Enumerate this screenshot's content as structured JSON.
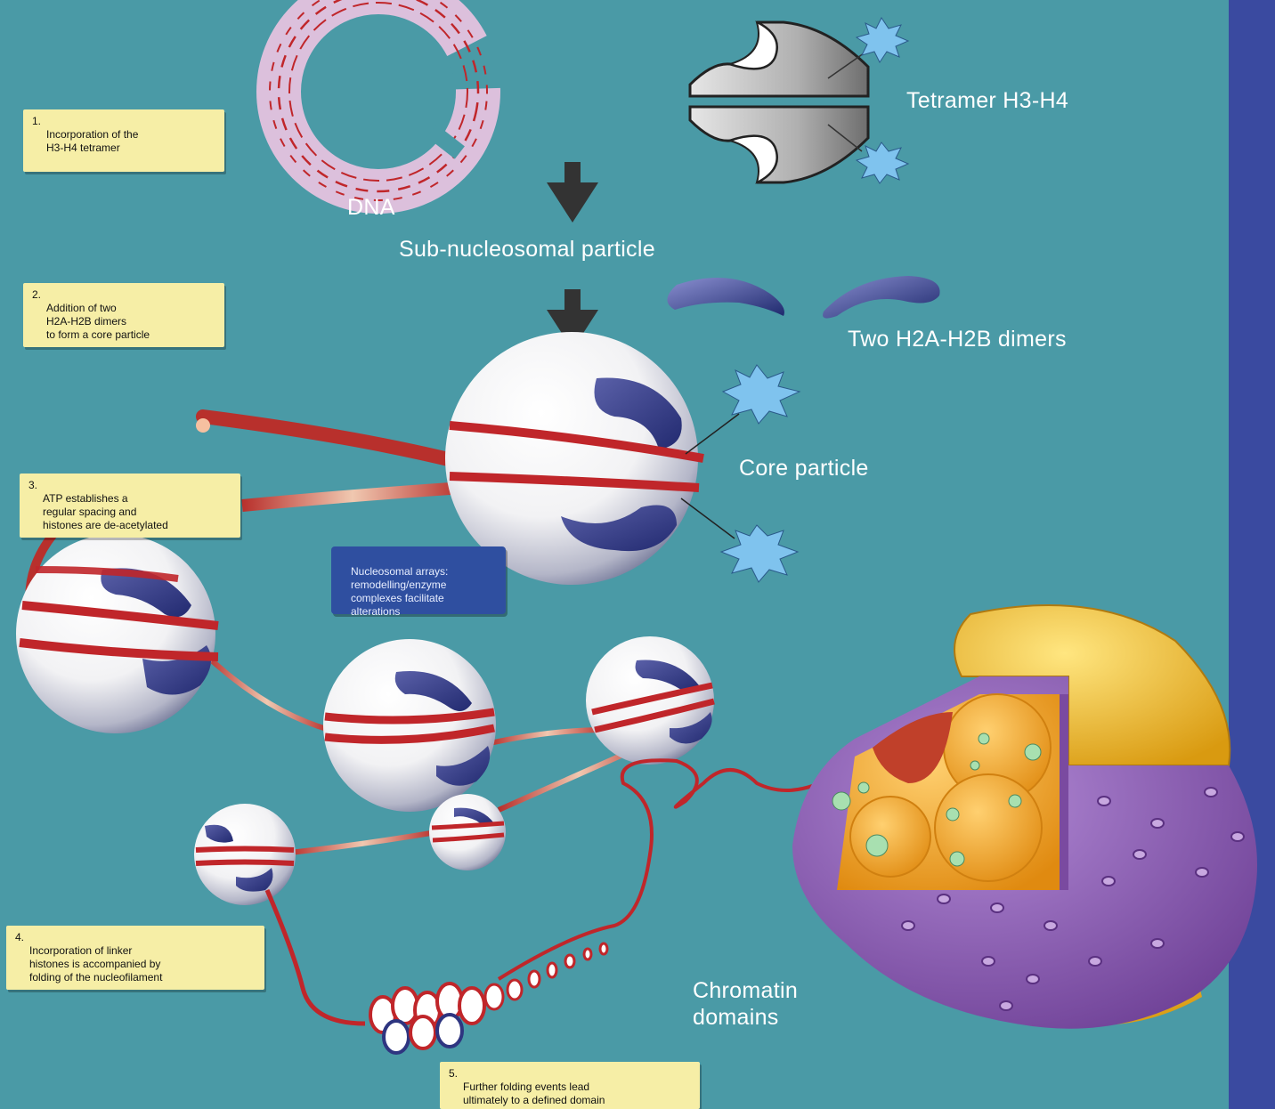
{
  "labels": {
    "dna": "DNA",
    "tetramer": "Tetramer H3-H4",
    "sub_nucleosomal": "Sub-nucleosomal particle",
    "dimers": "Two H2A-H2B dimers",
    "core_particle": "Core particle",
    "chromatin_domains": "Chromatin\ndomains"
  },
  "steps": [
    {
      "num": "1.",
      "text": "Incorporation of the\nH3-H4 tetramer"
    },
    {
      "num": "2.",
      "text": "Addition of two\nH2A-H2B dimers\nto form a core particle"
    },
    {
      "num": "3.",
      "text": "ATP establishes a\nregular spacing and\nhistones are de-acetylated"
    },
    {
      "num": "4.",
      "text": "Incorporation of linker\nhistones is accompanied by\nfolding of the nucleofilament"
    },
    {
      "num": "5.",
      "text": "Further folding events lead\nultimately to a defined domain\norganization within the nucleus"
    }
  ],
  "callout": {
    "text": "Nucleosomal arrays:\nremodelling/enzyme\ncomplexes facilitate\nalterations"
  },
  "colors": {
    "background": "#4a9aa6",
    "side_bar": "#3a4aa0",
    "note_fill": "#f6eea6",
    "callout_fill": "#2f4fa0",
    "dna_red": "#c0262a",
    "histone_navy": "#2e3580",
    "acetyl_star": "#7fc3ee",
    "nucleus_purple": "#8c5ab0",
    "nucleus_yellow": "#f0c020"
  }
}
